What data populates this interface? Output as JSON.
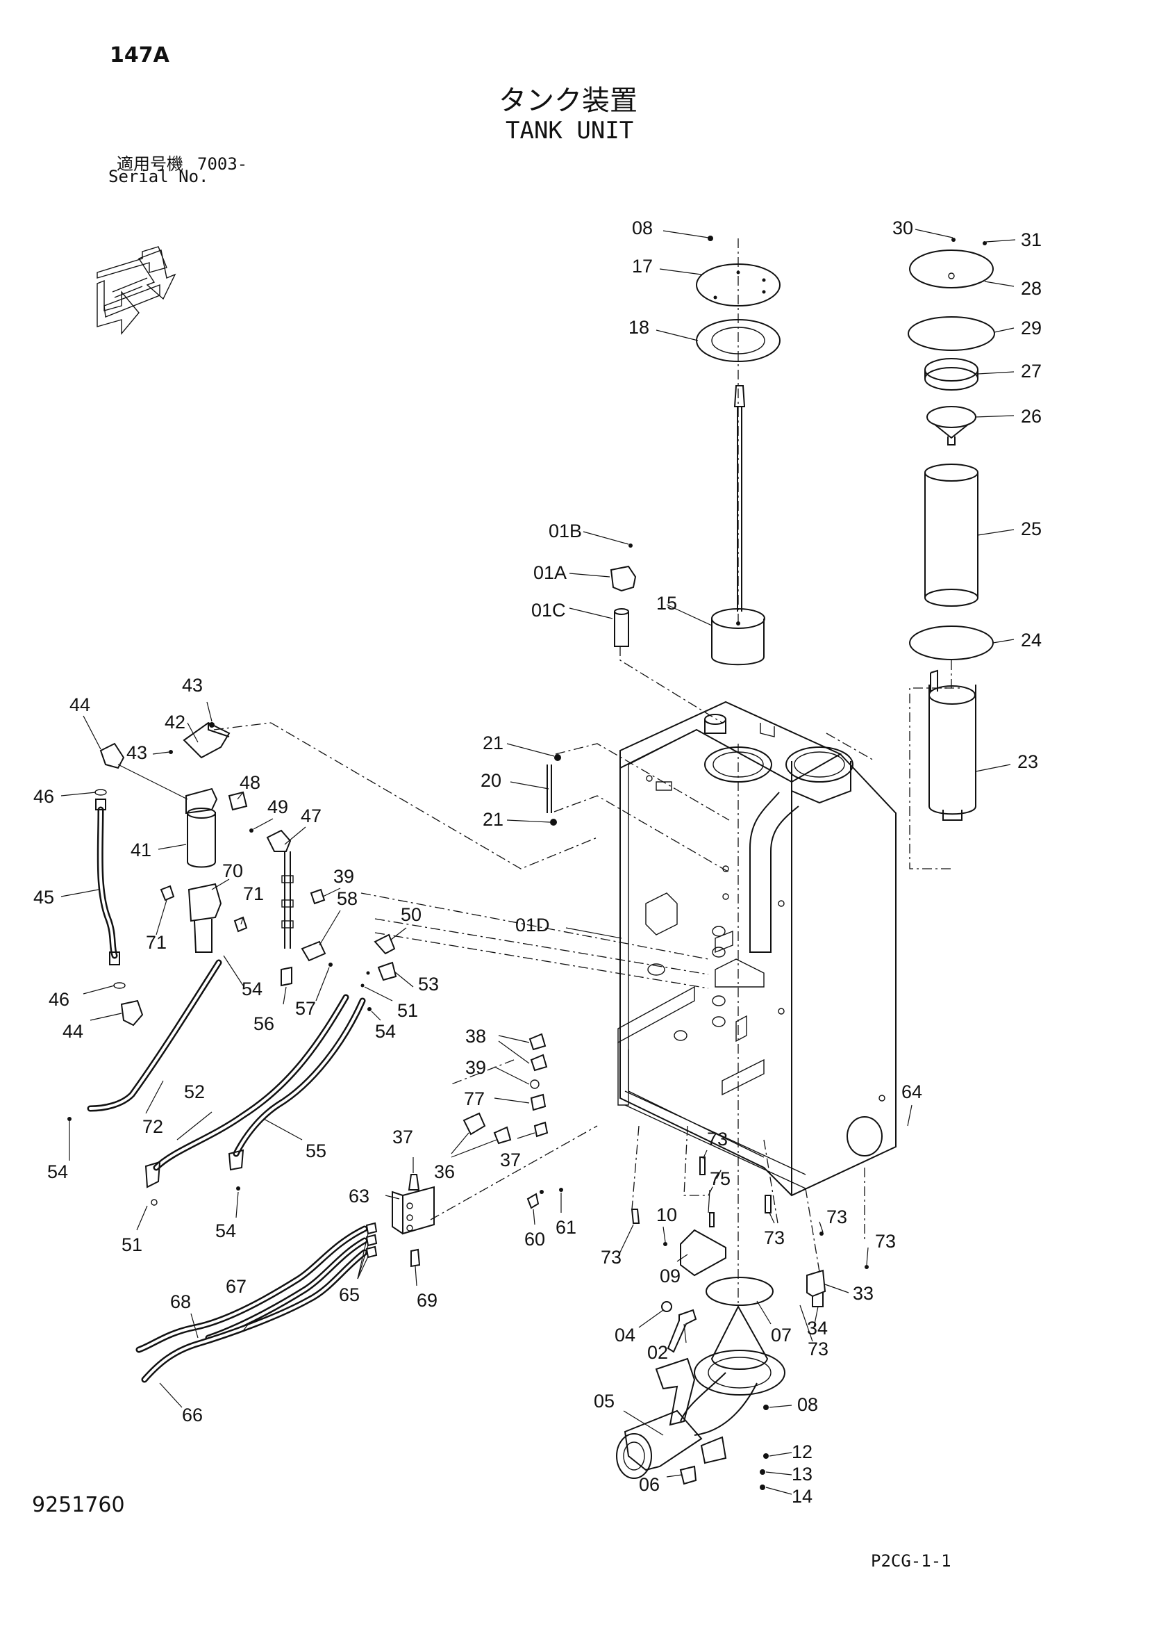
{
  "header": {
    "page_number": "147A",
    "title_jp": "タンク装置",
    "title_en": "TANK UNIT",
    "serial_label_jp": "適用号機",
    "serial_value": "7003-",
    "serial_label_en": "Serial No."
  },
  "footer": {
    "drawing_number": "9251760",
    "page_code": "P2CG-1-1"
  },
  "orientation_icon": {
    "icon": "orientation-arrows-icon"
  },
  "callouts": [
    {
      "id": "c08a",
      "label": "08"
    },
    {
      "id": "c17",
      "label": "17"
    },
    {
      "id": "c18",
      "label": "18"
    },
    {
      "id": "c30",
      "label": "30"
    },
    {
      "id": "c31",
      "label": "31"
    },
    {
      "id": "c28",
      "label": "28"
    },
    {
      "id": "c29",
      "label": "29"
    },
    {
      "id": "c27",
      "label": "27"
    },
    {
      "id": "c26",
      "label": "26"
    },
    {
      "id": "c25",
      "label": "25"
    },
    {
      "id": "c24",
      "label": "24"
    },
    {
      "id": "c23",
      "label": "23"
    },
    {
      "id": "c01B",
      "label": "01B"
    },
    {
      "id": "c01A",
      "label": "01A"
    },
    {
      "id": "c01C",
      "label": "01C"
    },
    {
      "id": "c15",
      "label": "15"
    },
    {
      "id": "c21a",
      "label": "21"
    },
    {
      "id": "c20",
      "label": "20"
    },
    {
      "id": "c21b",
      "label": "21"
    },
    {
      "id": "c01D",
      "label": "01D"
    },
    {
      "id": "c43a",
      "label": "43"
    },
    {
      "id": "c44a",
      "label": "44"
    },
    {
      "id": "c43b",
      "label": "43"
    },
    {
      "id": "c42",
      "label": "42"
    },
    {
      "id": "c46a",
      "label": "46"
    },
    {
      "id": "c48",
      "label": "48"
    },
    {
      "id": "c49",
      "label": "49"
    },
    {
      "id": "c47",
      "label": "47"
    },
    {
      "id": "c41",
      "label": "41"
    },
    {
      "id": "c39a",
      "label": "39"
    },
    {
      "id": "c70",
      "label": "70"
    },
    {
      "id": "c45",
      "label": "45"
    },
    {
      "id": "c71a",
      "label": "71"
    },
    {
      "id": "c71b",
      "label": "71"
    },
    {
      "id": "c58",
      "label": "58"
    },
    {
      "id": "c50",
      "label": "50"
    },
    {
      "id": "c54a",
      "label": "54"
    },
    {
      "id": "c53",
      "label": "53"
    },
    {
      "id": "c46b",
      "label": "46"
    },
    {
      "id": "c56",
      "label": "56"
    },
    {
      "id": "c57",
      "label": "57"
    },
    {
      "id": "c51a",
      "label": "51"
    },
    {
      "id": "c54b",
      "label": "54"
    },
    {
      "id": "c44b",
      "label": "44"
    },
    {
      "id": "c38",
      "label": "38"
    },
    {
      "id": "c39b",
      "label": "39"
    },
    {
      "id": "c77",
      "label": "77"
    },
    {
      "id": "c64",
      "label": "64"
    },
    {
      "id": "c52",
      "label": "52"
    },
    {
      "id": "c72",
      "label": "72"
    },
    {
      "id": "c54c",
      "label": "54"
    },
    {
      "id": "c55",
      "label": "55"
    },
    {
      "id": "c36",
      "label": "36"
    },
    {
      "id": "c37a",
      "label": "37"
    },
    {
      "id": "c73a",
      "label": "73"
    },
    {
      "id": "c75",
      "label": "75"
    },
    {
      "id": "c37b",
      "label": "37"
    },
    {
      "id": "c63",
      "label": "63"
    },
    {
      "id": "c51b",
      "label": "51"
    },
    {
      "id": "c54d",
      "label": "54"
    },
    {
      "id": "c61",
      "label": "61"
    },
    {
      "id": "c60",
      "label": "60"
    },
    {
      "id": "c10",
      "label": "10"
    },
    {
      "id": "c73b",
      "label": "73"
    },
    {
      "id": "c73c",
      "label": "73"
    },
    {
      "id": "c73d",
      "label": "73"
    },
    {
      "id": "c73e",
      "label": "73"
    },
    {
      "id": "c09",
      "label": "09"
    },
    {
      "id": "c33",
      "label": "33"
    },
    {
      "id": "c67",
      "label": "67"
    },
    {
      "id": "c65",
      "label": "65"
    },
    {
      "id": "c68",
      "label": "68"
    },
    {
      "id": "c69",
      "label": "69"
    },
    {
      "id": "c34",
      "label": "34"
    },
    {
      "id": "c04",
      "label": "04"
    },
    {
      "id": "c07",
      "label": "07"
    },
    {
      "id": "c02",
      "label": "02"
    },
    {
      "id": "c73f",
      "label": "73"
    },
    {
      "id": "c66",
      "label": "66"
    },
    {
      "id": "c05",
      "label": "05"
    },
    {
      "id": "c08b",
      "label": "08"
    },
    {
      "id": "c12",
      "label": "12"
    },
    {
      "id": "c13",
      "label": "13"
    },
    {
      "id": "c06",
      "label": "06"
    },
    {
      "id": "c14",
      "label": "14"
    }
  ]
}
